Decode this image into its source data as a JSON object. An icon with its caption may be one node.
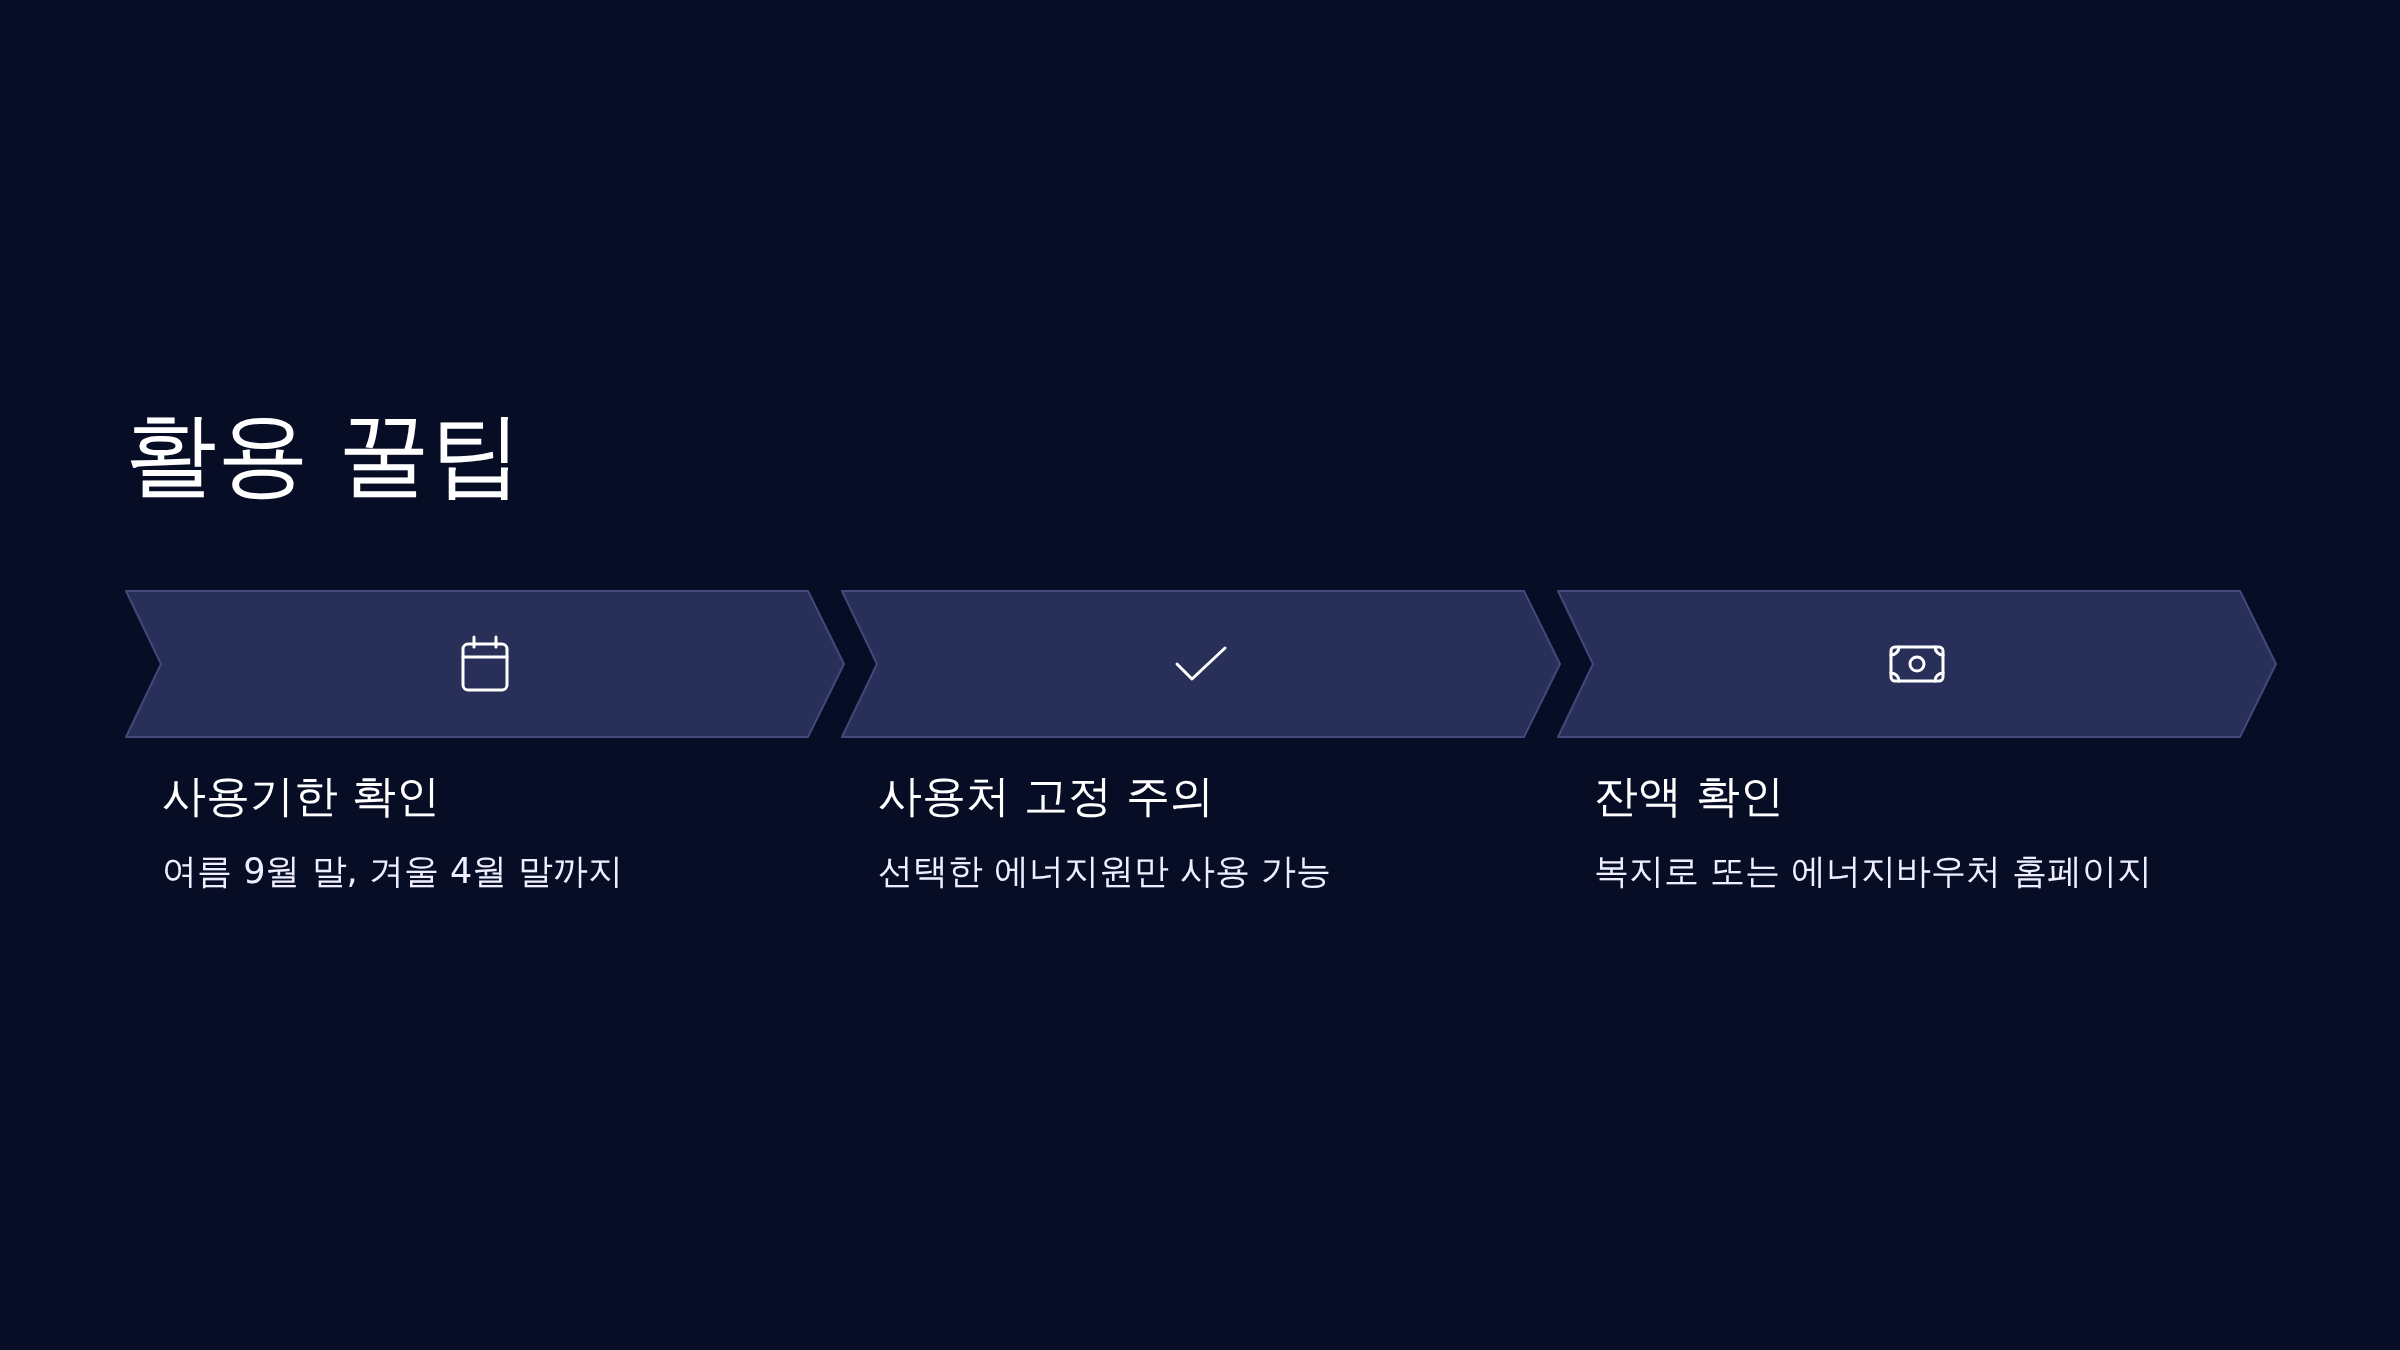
{
  "diagram": {
    "title": "활용 꿀팁",
    "nodes": [
      {
        "text": [
          "사용기한 확인",
          "여름 9월 말, 겨울 4월 말까지"
        ]
      },
      {
        "text": [
          "사용처 고정 주의",
          "선택한 에너지원만 사용 가능"
        ]
      },
      {
        "text": [
          "잔액 확인",
          "복지로 또는 에너지바우처 홈페이지"
        ]
      }
    ]
  }
}
